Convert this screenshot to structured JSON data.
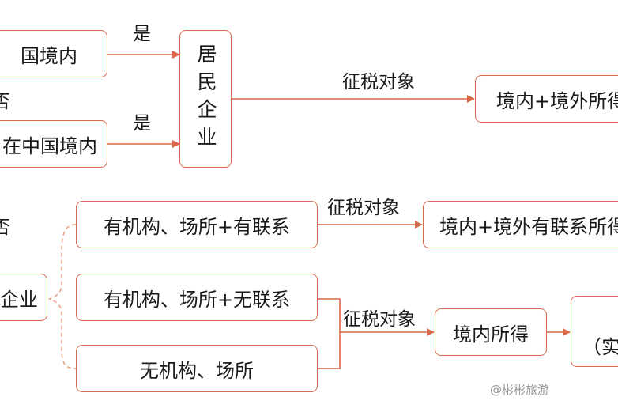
{
  "boxes": {
    "in_china_1": "国境内",
    "in_china_2": "在中国境内",
    "resident_enterprise": "居民企业",
    "resident_scope": "境内+境外所得",
    "nonres_enterprise": "企业",
    "has_org_connected": "有机构、场所+有联系",
    "has_org_not_connected": "有机构、场所+无联系",
    "no_org": "无机构、场所",
    "connected_scope": "境内+境外有联系所得",
    "domestic_income": "境内所得",
    "partial_box": "（实际"
  },
  "labels": {
    "yes_1": "是",
    "yes_2": "是",
    "no_1": "否",
    "no_2": "否",
    "tax_object_1": "征税对象",
    "tax_object_2": "征税对象",
    "tax_object_3": "征税对象"
  },
  "watermark": "@彬彬旅游",
  "colors": {
    "line": "#d9694a",
    "brace": "#e9a184",
    "text": "#1a1a1a"
  }
}
